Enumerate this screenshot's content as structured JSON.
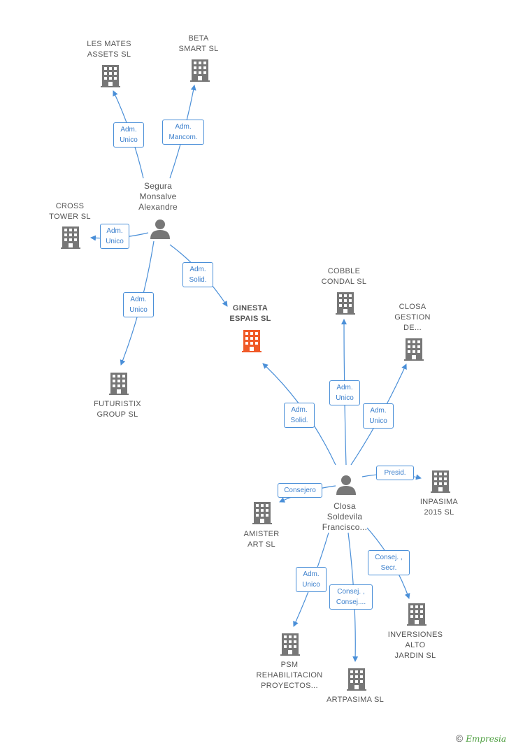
{
  "nodes": {
    "les_mates": "LES MATES\nASSETS  SL",
    "beta_smart": "BETA\nSMART  SL",
    "cross_tower": "CROSS\nTOWER  SL",
    "futuristix": "FUTURISTIX\nGROUP SL",
    "ginesta": "GINESTA\nESPAIS  SL",
    "cobble": "COBBLE\nCONDAL  SL",
    "closa_gestion": "CLOSA\nGESTION\nDE...",
    "inpasima": "INPASIMA\n2015  SL",
    "amister": "AMISTER\nART  SL",
    "inversiones": "INVERSIONES\nALTO\nJARDIN  SL",
    "psm": "PSM\nREHABILITACION\nPROYECTOS...",
    "artpasima": "ARTPASIMA SL",
    "segura": "Segura\nMonsalve\nAlexandre",
    "closa_soldevila": "Closa\nSoldevila\nFrancisco..."
  },
  "edges": {
    "e1": "Adm.\nUnico",
    "e2": "Adm.\nMancom.",
    "e3": "Adm.\nUnico",
    "e4": "Adm.\nSolid.",
    "e5": "Adm.\nUnico",
    "e6": "Adm.\nSolid.",
    "e7": "Adm.\nUnico",
    "e8": "Adm.\nUnico",
    "e9": "Presid.",
    "e10": "Consejero",
    "e11": "Consej. ,\nSecr.",
    "e12": "Adm.\nUnico",
    "e13": "Consej. ,\nConsej...."
  },
  "footer": {
    "copyright": "©",
    "brand": "Empresia"
  },
  "colors": {
    "edge": "#4a8fd8",
    "building": "#777777",
    "center": "#f05a28",
    "person": "#777777"
  }
}
